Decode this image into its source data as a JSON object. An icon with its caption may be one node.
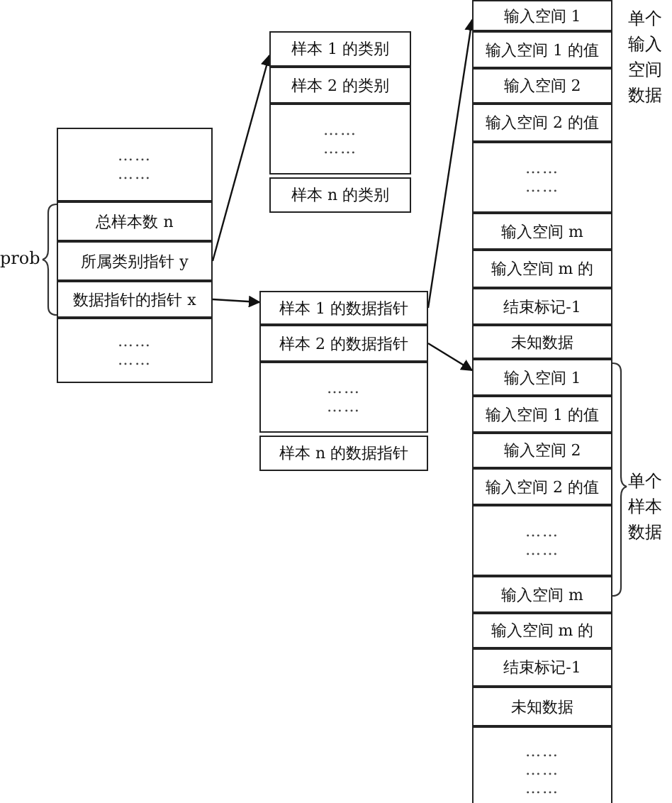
{
  "diagram": {
    "nodes": [
      {
        "text": [
          "…… ……"
        ]
      },
      {
        "text": [
          "总样本数 n"
        ]
      },
      {
        "text": [
          "所属类别指针 y"
        ]
      },
      {
        "text": [
          "数据指针的指针 x"
        ]
      },
      {
        "text": [
          "…… ……"
        ]
      },
      {
        "text": [
          "样本 1 的类别"
        ]
      },
      {
        "text": [
          "样本 2 的类别"
        ]
      },
      {
        "text": [
          "…… ……"
        ]
      },
      {
        "text": [
          "样本 n 的类别"
        ]
      },
      {
        "text": [
          "样本 1 的数据指针"
        ]
      },
      {
        "text": [
          "样本 2 的数据指针"
        ]
      },
      {
        "text": [
          "…… ……"
        ]
      },
      {
        "text": [
          "样本 n 的数据指针"
        ]
      },
      {
        "text": [
          "输入空间 1"
        ]
      },
      {
        "text": [
          "输入空间 1 的值"
        ]
      },
      {
        "text": [
          "输入空间 2"
        ]
      },
      {
        "text": [
          "输入空间 2 的值"
        ]
      },
      {
        "text": [
          "…… ……"
        ]
      },
      {
        "text": [
          "输入空间 m"
        ]
      },
      {
        "text": [
          "输入空间 m 的"
        ]
      },
      {
        "text": [
          "结束标记-1"
        ]
      },
      {
        "text": [
          "未知数据"
        ]
      },
      {
        "text": [
          "输入空间 1"
        ]
      },
      {
        "text": [
          "输入空间 1 的值"
        ]
      },
      {
        "text": [
          "输入空间 2"
        ]
      },
      {
        "text": [
          "输入空间 2 的值"
        ]
      },
      {
        "text": [
          "…… ……"
        ]
      },
      {
        "text": [
          "输入空间 m"
        ]
      },
      {
        "text": [
          "输入空间 m 的"
        ]
      },
      {
        "text": [
          "结束标记-1"
        ]
      },
      {
        "text": [
          "未知数据"
        ]
      },
      {
        "text": [
          "…… …… ……"
        ]
      }
    ],
    "edges": [
      {
        "from": 2,
        "to": 5,
        "arrow": "to"
      },
      {
        "from": 3,
        "to": 9,
        "arrow": "to"
      },
      {
        "from": 9,
        "to": 13,
        "arrow": "to"
      },
      {
        "from": 10,
        "to": 22,
        "arrow": "to"
      }
    ],
    "labels": [
      "prob",
      "单个输入空间数据",
      "单个样本数据"
    ]
  }
}
